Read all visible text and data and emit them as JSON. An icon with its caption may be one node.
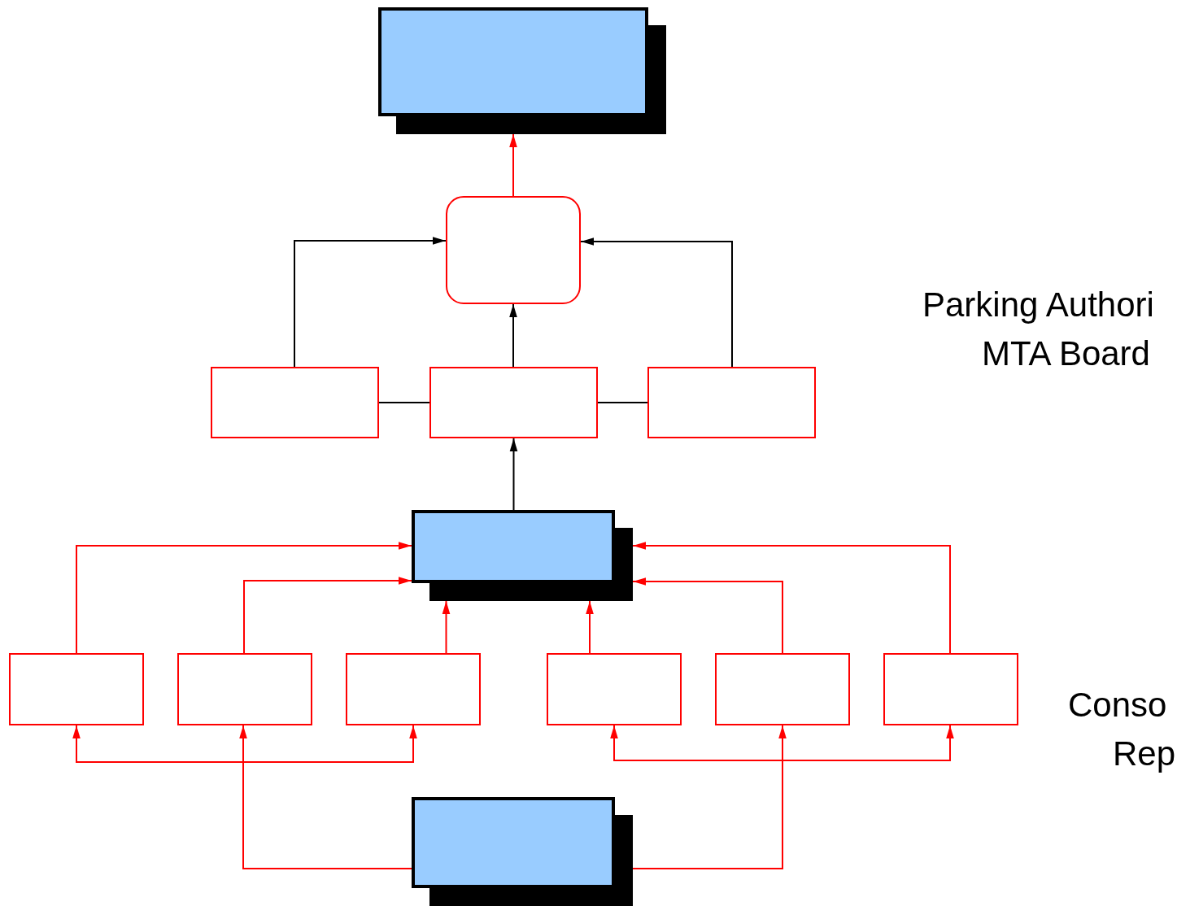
{
  "diagram": {
    "nodes": [
      {
        "text": [],
        "shape": "box"
      },
      {
        "text": [],
        "shape": "box"
      },
      {
        "text": [],
        "shape": "box"
      },
      {
        "text": [],
        "shape": "box"
      },
      {
        "text": [],
        "shape": "box"
      },
      {
        "text": [],
        "shape": "box"
      },
      {
        "text": [],
        "shape": "box"
      },
      {
        "text": [],
        "shape": "box"
      },
      {
        "text": [],
        "shape": "box"
      },
      {
        "text": [],
        "shape": "box"
      },
      {
        "text": [],
        "shape": "box"
      },
      {
        "text": [],
        "shape": "box"
      },
      {
        "text": [],
        "shape": "box"
      }
    ],
    "edges": [
      {
        "from": 1,
        "to": 0,
        "arrow": "to"
      },
      {
        "from": 3,
        "to": 1,
        "arrow": "to",
        "color": "#000000"
      },
      {
        "from": 2,
        "to": 1,
        "arrow": "to",
        "color": "#000000"
      },
      {
        "from": 4,
        "to": 1,
        "arrow": "to",
        "color": "#000000"
      },
      {
        "from": 2,
        "to": 3,
        "arrow": "none",
        "color": "#000000"
      },
      {
        "from": 3,
        "to": 4,
        "arrow": "none",
        "color": "#000000"
      },
      {
        "from": 5,
        "to": 3,
        "arrow": "to",
        "color": "#000000"
      },
      {
        "from": 6,
        "to": 5,
        "arrow": "to"
      },
      {
        "from": 7,
        "to": 5,
        "arrow": "to"
      },
      {
        "from": 8,
        "to": 5,
        "arrow": "to"
      },
      {
        "from": 9,
        "to": 5,
        "arrow": "to"
      },
      {
        "from": 10,
        "to": 5,
        "arrow": "to"
      },
      {
        "from": 11,
        "to": 5,
        "arrow": "to"
      },
      {
        "from": 12,
        "to": 6,
        "arrow": "to"
      },
      {
        "from": 12,
        "to": 7,
        "arrow": "to"
      },
      {
        "from": 12,
        "to": 8,
        "arrow": "to"
      },
      {
        "from": 12,
        "to": 9,
        "arrow": "to"
      },
      {
        "from": 12,
        "to": 10,
        "arrow": "to"
      },
      {
        "from": 12,
        "to": 11,
        "arrow": "to"
      }
    ],
    "labels": [
      "Parking Authori",
      "MTA Board",
      "Conso",
      "Rep"
    ]
  }
}
